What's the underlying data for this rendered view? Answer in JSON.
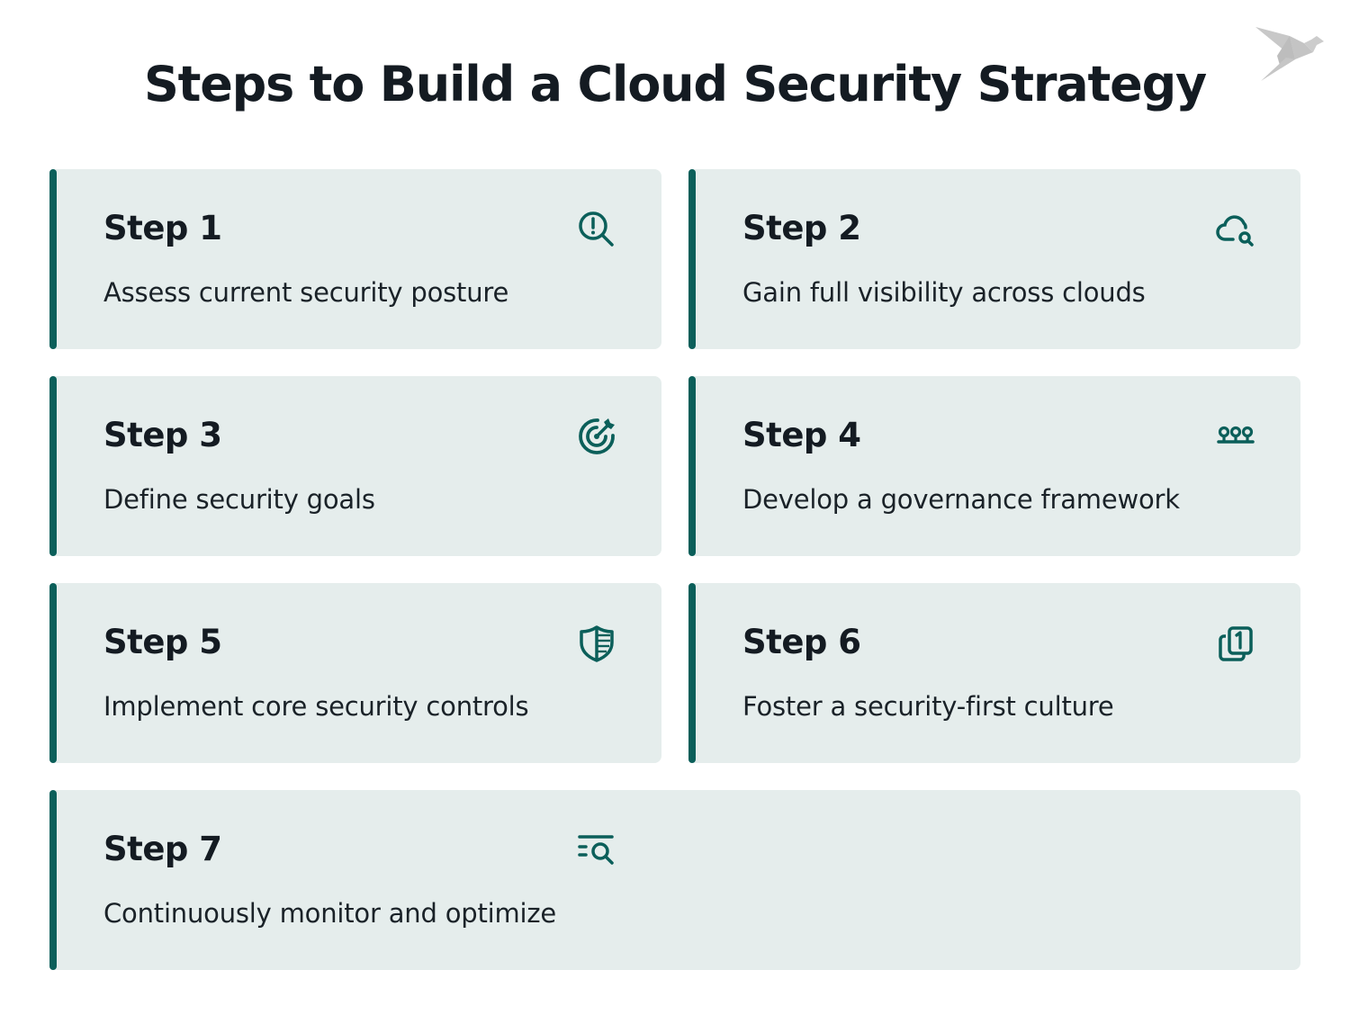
{
  "title": "Steps to Build a Cloud Security Strategy",
  "brand": {
    "accent": "#0B5F5A",
    "card_bg": "#E5EDEC",
    "text": "#141B22",
    "logo": "bird-logo"
  },
  "steps": [
    {
      "label": "Step 1",
      "description": "Assess current security posture",
      "icon": "search-alert-icon"
    },
    {
      "label": "Step 2",
      "description": "Gain full visibility across clouds",
      "icon": "cloud-search-icon"
    },
    {
      "label": "Step 3",
      "description": "Define security goals",
      "icon": "target-icon"
    },
    {
      "label": "Step 4",
      "description": "Develop a governance framework",
      "icon": "framework-icon"
    },
    {
      "label": "Step 5",
      "description": "Implement core security controls",
      "icon": "shield-icon"
    },
    {
      "label": "Step 6",
      "description": "Foster a security-first culture",
      "icon": "copy-one-icon"
    },
    {
      "label": "Step 7",
      "description": "Continuously monitor and optimize",
      "icon": "list-search-icon"
    }
  ]
}
